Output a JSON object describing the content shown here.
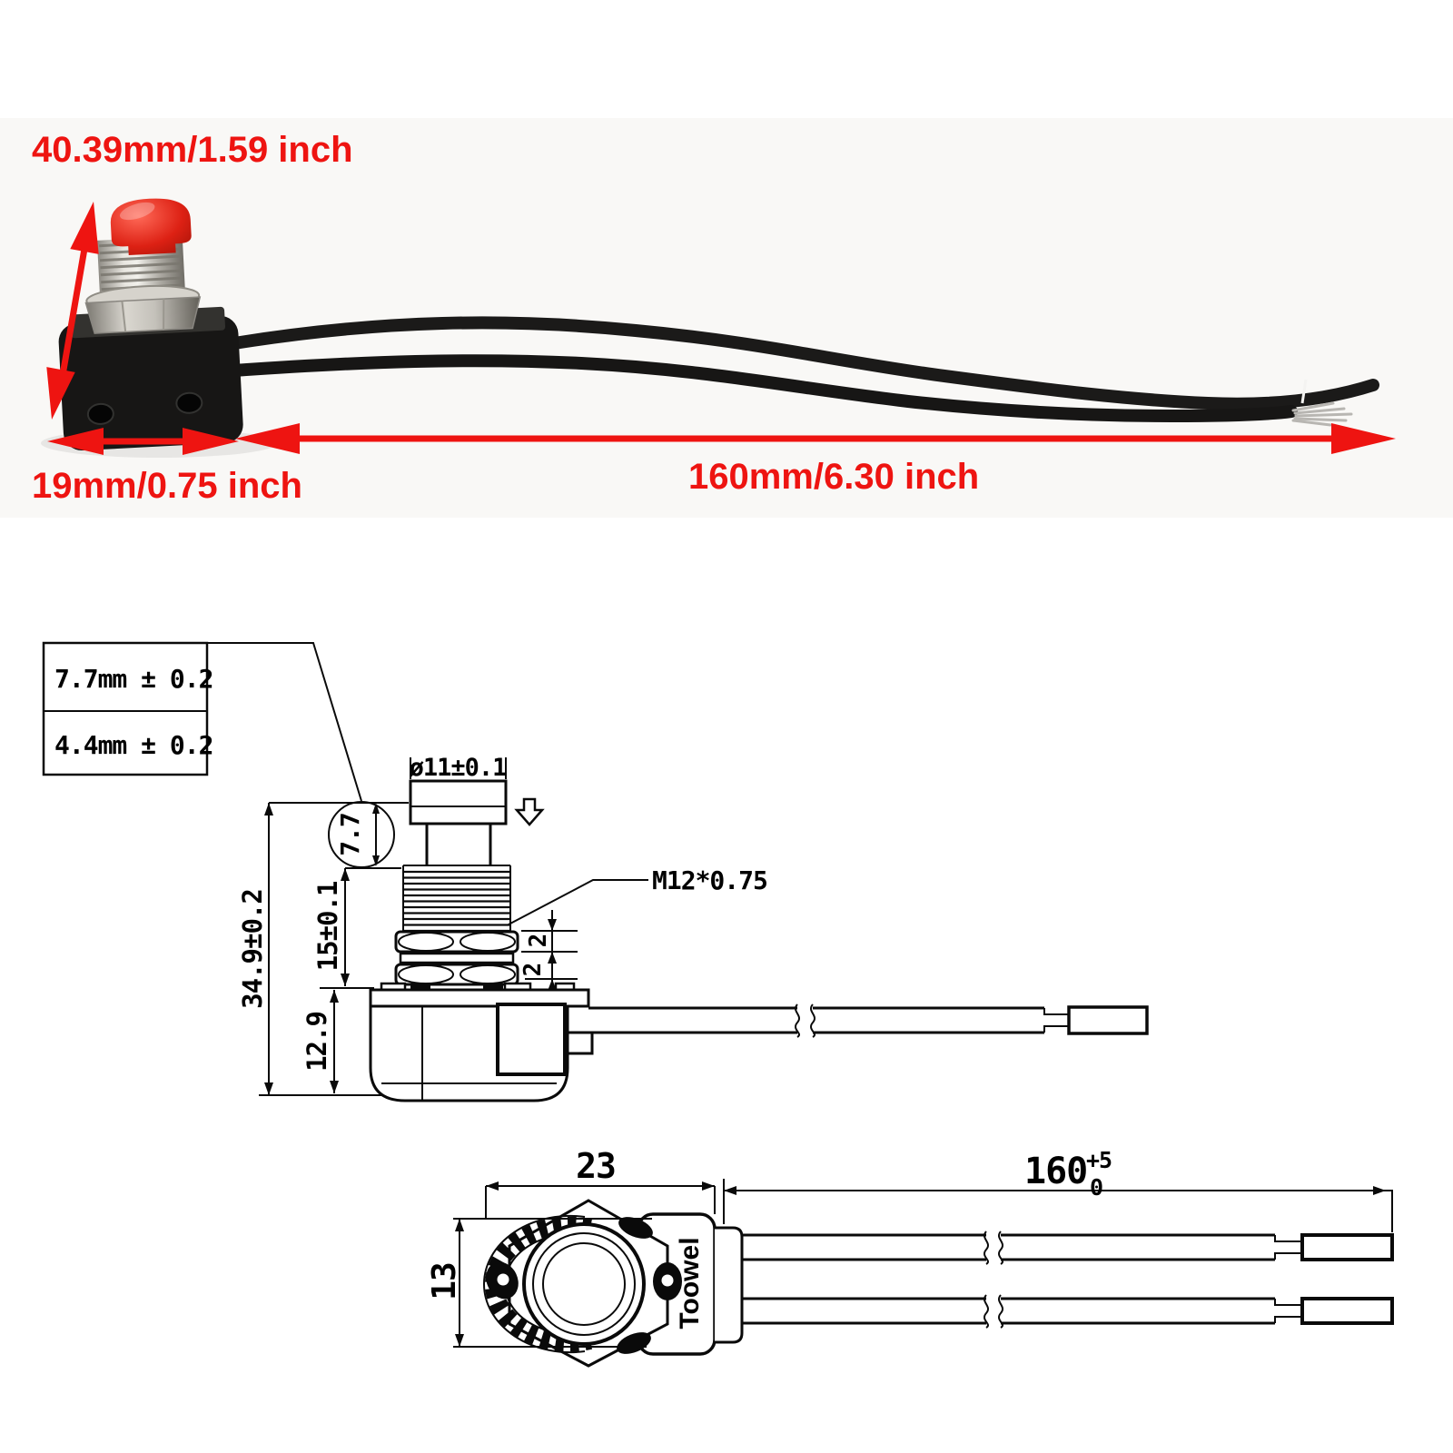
{
  "annotation_color": "#ee1411",
  "photo": {
    "height_label": "40.39mm/1.59 inch",
    "base_label": "19mm/0.75 inch",
    "wire_label": "160mm/6.30 inch"
  },
  "drawing": {
    "callout": {
      "row1": "7.7mm ± 0.2",
      "row2": "4.4mm ± 0.2"
    },
    "side_view": {
      "cap_diameter": "ø11±0.1",
      "button_travel": "7.7",
      "thread_spec": "M12*0.75",
      "total_height": "34.9±0.2",
      "thread_length": "15±0.1",
      "body_height": "12.9",
      "nut_thickness": "2",
      "locknut_thickness": "2"
    },
    "bottom_view": {
      "body_width": "23",
      "flange_diameter": "13",
      "wire_length": "160",
      "wire_tolerance_upper": "+5",
      "wire_tolerance_lower": "0",
      "brand": "Toowel"
    }
  }
}
